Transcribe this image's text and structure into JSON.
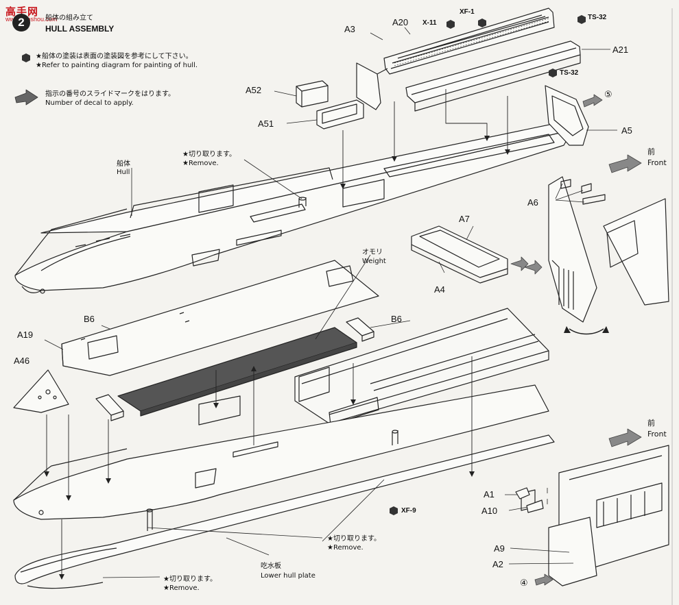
{
  "header": {
    "step_number": "2",
    "title_jp": "船体の組み立て",
    "title_en": "HULL ASSEMBLY",
    "watermark_logo": "高手网",
    "watermark_url": "www.gaoshou.com"
  },
  "legend": {
    "paint_note_jp": "★船体の塗装は表面の塗装図を参考にして下さい。",
    "paint_note_en": "★Refer to painting diagram for painting of hull.",
    "decal_note_jp": "指示の番号のスライドマークをはります。",
    "decal_note_en": "Number of decal to apply."
  },
  "parts": {
    "a3": "A3",
    "a20": "A20",
    "a21": "A21",
    "a52": "A52",
    "a51": "A51",
    "a5": "A5",
    "a6": "A6",
    "a7": "A7",
    "a4": "A4",
    "b6_left": "B6",
    "b6_right": "B6",
    "a19": "A19",
    "a46": "A46",
    "a1": "A1",
    "a10": "A10",
    "a9": "A9",
    "a2": "A2"
  },
  "paints": {
    "x11": "X-11",
    "xf1": "XF-1",
    "ts32_top": "TS-32",
    "ts32_mid": "TS-32",
    "xf9": "XF-9"
  },
  "decals": {
    "d5": "⑤",
    "d4": "④"
  },
  "annotations": {
    "hull_jp": "船体",
    "hull_en": "Hull",
    "remove1_jp": "★切り取ります。",
    "remove1_en": "★Remove.",
    "weight_jp": "オモリ",
    "weight_en": "Weight",
    "remove2_jp": "★切り取ります。",
    "remove2_en": "★Remove.",
    "lowerhull_jp": "吃水板",
    "lowerhull_en": "Lower hull plate",
    "remove3_jp": "★切り取ります。",
    "remove3_en": "★Remove.",
    "front1_jp": "前",
    "front1_en": "Front",
    "front2_jp": "前",
    "front2_en": "Front"
  }
}
